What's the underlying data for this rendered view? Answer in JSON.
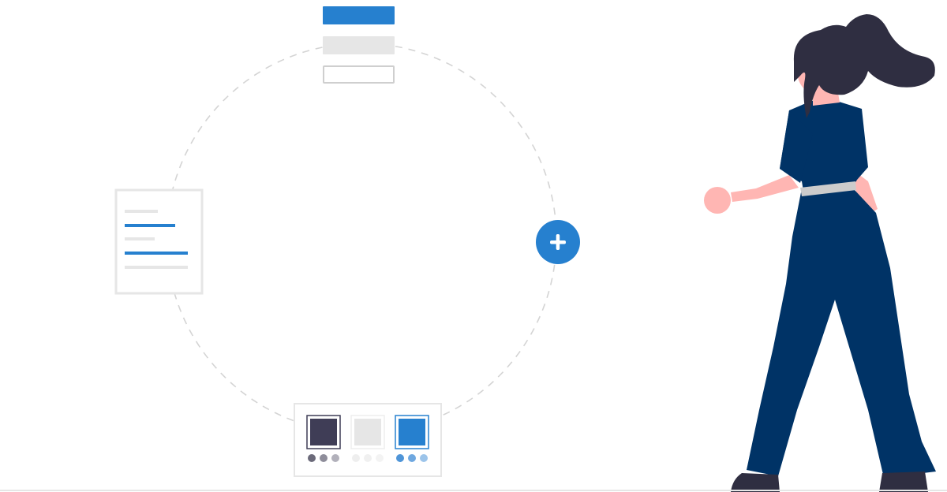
{
  "illustration": {
    "colors": {
      "accent": "#2680CF",
      "light_gray": "#E6E6E6",
      "outline_gray": "#D9D9D9",
      "dashed_circle": "#D4D4D4",
      "navy": "#003366",
      "dark": "#2F2E41",
      "skin": "#FFB6B3",
      "swatch_dark": "#3F3D56",
      "belt": "#CCCCCC"
    },
    "icons": {
      "add": "plus-icon"
    },
    "swatches": [
      {
        "name": "dark",
        "color": "#3F3D56",
        "dots": [
          "#6B6A7A",
          "#8E8D9A",
          "#B2B1BB"
        ]
      },
      {
        "name": "light",
        "color": "#E6E6E6",
        "dots": [
          "#EEEEEE",
          "#F0F0F0",
          "#F3F3F3"
        ]
      },
      {
        "name": "blue",
        "color": "#2680CF",
        "dots": [
          "#4F95D8",
          "#6FA8E0",
          "#9CC4EA"
        ]
      }
    ]
  }
}
